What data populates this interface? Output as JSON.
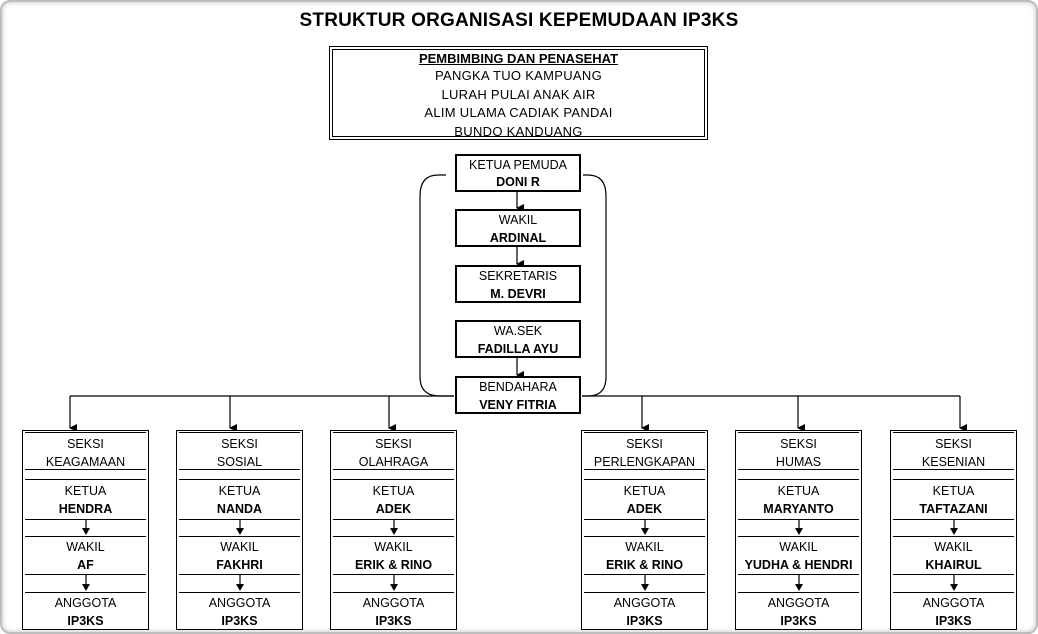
{
  "title": "STRUKTUR ORGANISASI KEPEMUDAAN IP3KS",
  "advisors": {
    "heading": "PEMBIMBING DAN PENASEHAT",
    "lines": [
      "PANGKA TUO KAMPUANG",
      "LURAH PULAI ANAK AIR",
      "ALIM ULAMA CADIAK PANDAI",
      "BUNDO KANDUANG"
    ]
  },
  "leadership": [
    {
      "role": "KETUA PEMUDA",
      "name": "DONI R"
    },
    {
      "role": "WAKIL",
      "name": "ARDINAL"
    },
    {
      "role": "SEKRETARIS",
      "name": "M. DEVRI"
    },
    {
      "role": "WA.SEK",
      "name": "FADILLA AYU"
    },
    {
      "role": "BENDAHARA",
      "name": "VENY FITRIA"
    }
  ],
  "sections": [
    {
      "label": "SEKSI",
      "name": "KEAGAMAAN",
      "ketua_label": "KETUA",
      "ketua": "HENDRA",
      "wakil_label": "WAKIL",
      "wakil": "AF",
      "anggota_label": "ANGGOTA",
      "anggota": "IP3KS"
    },
    {
      "label": "SEKSI",
      "name": "SOSIAL",
      "ketua_label": "KETUA",
      "ketua": "NANDA",
      "wakil_label": "WAKIL",
      "wakil": "FAKHRI",
      "anggota_label": "ANGGOTA",
      "anggota": "IP3KS"
    },
    {
      "label": "SEKSI",
      "name": "OLAHRAGA",
      "ketua_label": "KETUA",
      "ketua": "ADEK",
      "wakil_label": "WAKIL",
      "wakil": "ERIK & RINO",
      "anggota_label": "ANGGOTA",
      "anggota": "IP3KS"
    },
    {
      "label": "SEKSI",
      "name": "PERLENGKAPAN",
      "ketua_label": "KETUA",
      "ketua": "ADEK",
      "wakil_label": "WAKIL",
      "wakil": "ERIK & RINO",
      "anggota_label": "ANGGOTA",
      "anggota": "IP3KS"
    },
    {
      "label": "SEKSI",
      "name": "HUMAS",
      "ketua_label": "KETUA",
      "ketua": "MARYANTO",
      "wakil_label": "WAKIL",
      "wakil": "YUDHA & HENDRI",
      "anggota_label": "ANGGOTA",
      "anggota": "IP3KS"
    },
    {
      "label": "SEKSI",
      "name": "KESENIAN",
      "ketua_label": "KETUA",
      "ketua": "TAFTAZANI",
      "wakil_label": "WAKIL",
      "wakil": "KHAIRUL",
      "anggota_label": "ANGGOTA",
      "anggota": "IP3KS"
    }
  ]
}
